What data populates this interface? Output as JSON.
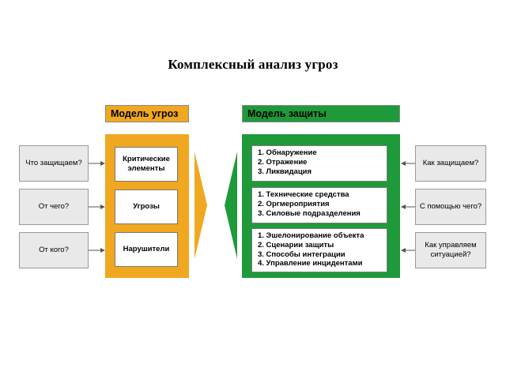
{
  "title": "Комплексный анализ угроз",
  "threat_model": {
    "header": "Модель угроз",
    "items": [
      "Критические элементы",
      "Угрозы",
      "Нарушители"
    ]
  },
  "protection_model": {
    "header": "Модель защиты",
    "groups": [
      [
        "1. Обнаружение",
        "2. Отражение",
        "3. Ликвидация"
      ],
      [
        "1. Технические средства",
        "2. Оргмероприятия",
        "3. Силовые подразделения"
      ],
      [
        "1. Эшелонирование объекта",
        "2. Сценарии защиты",
        "3. Способы интеграции",
        "4. Управление инцидентами"
      ]
    ]
  },
  "left_questions": [
    "Что защищаем?",
    "От чего?",
    "От кого?"
  ],
  "right_questions": [
    "Как защищаем?",
    "С помощью чего?",
    "Как управляем ситуацией?"
  ],
  "colors": {
    "threat": "#f0a820",
    "protection": "#1e9a3a",
    "question_box": "#e9e9e9"
  }
}
